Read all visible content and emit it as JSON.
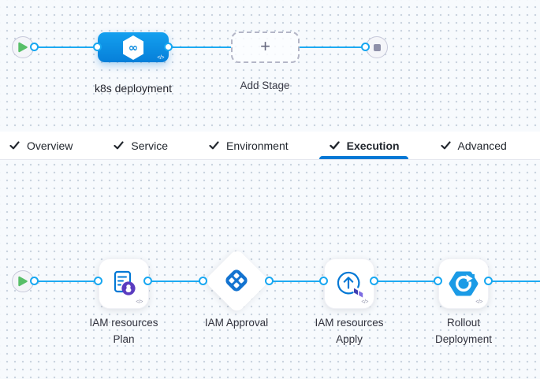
{
  "top_graph": {
    "stage_label": "k8s deployment",
    "add_stage_label": "Add Stage",
    "plus_glyph": "+",
    "code_glyph": "</>"
  },
  "tabs": {
    "active": "Execution",
    "items": [
      {
        "label": "Overview"
      },
      {
        "label": "Service"
      },
      {
        "label": "Environment"
      },
      {
        "label": "Execution"
      },
      {
        "label": "Advanced"
      }
    ]
  },
  "execution_graph": {
    "code_glyph": "</>",
    "steps": [
      {
        "line1": "IAM resources",
        "line2": "Plan",
        "icon": "terraform-plan-icon"
      },
      {
        "line1": "IAM Approval",
        "icon": "harness-approval-icon"
      },
      {
        "line1": "IAM resources",
        "line2": "Apply",
        "icon": "terraform-apply-icon"
      },
      {
        "line1": "Rollout",
        "line2": "Deployment",
        "icon": "rolling-deployment-icon"
      }
    ]
  },
  "colors": {
    "accent": "#0278d5",
    "connector": "#1daaf2",
    "stage_fill": "#0d95e9",
    "canvas_bg": "#f7fafd",
    "start_green": "#58bf68"
  }
}
